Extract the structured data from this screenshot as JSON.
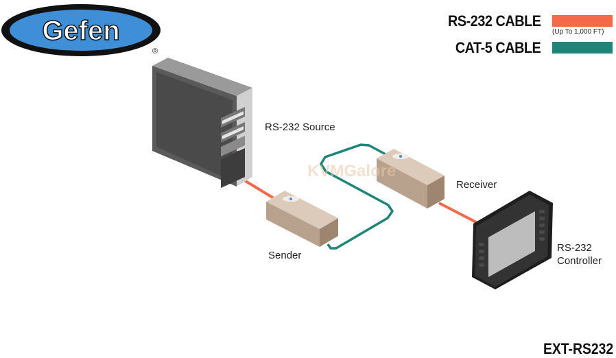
{
  "brand": {
    "name": "Gefen",
    "registered_mark": "®"
  },
  "legend": [
    {
      "label": "RS-232 CABLE",
      "color": "#f4694a",
      "note": "(Up To 1,000 FT)"
    },
    {
      "label": "CAT-5 CABLE",
      "color": "#1f8579",
      "note": ""
    }
  ],
  "labels": {
    "source": "RS-232 Source",
    "sender": "Sender",
    "receiver": "Receiver",
    "controller_line1": "RS-232",
    "controller_line2": "Controller"
  },
  "model": "EXT-RS232",
  "watermark": "KVMGalore",
  "colors": {
    "logo_blue": "#3e8fd8",
    "logo_dark": "#111111",
    "box_tan": "#c7b09b",
    "case_gray": "#5a5a5a"
  }
}
